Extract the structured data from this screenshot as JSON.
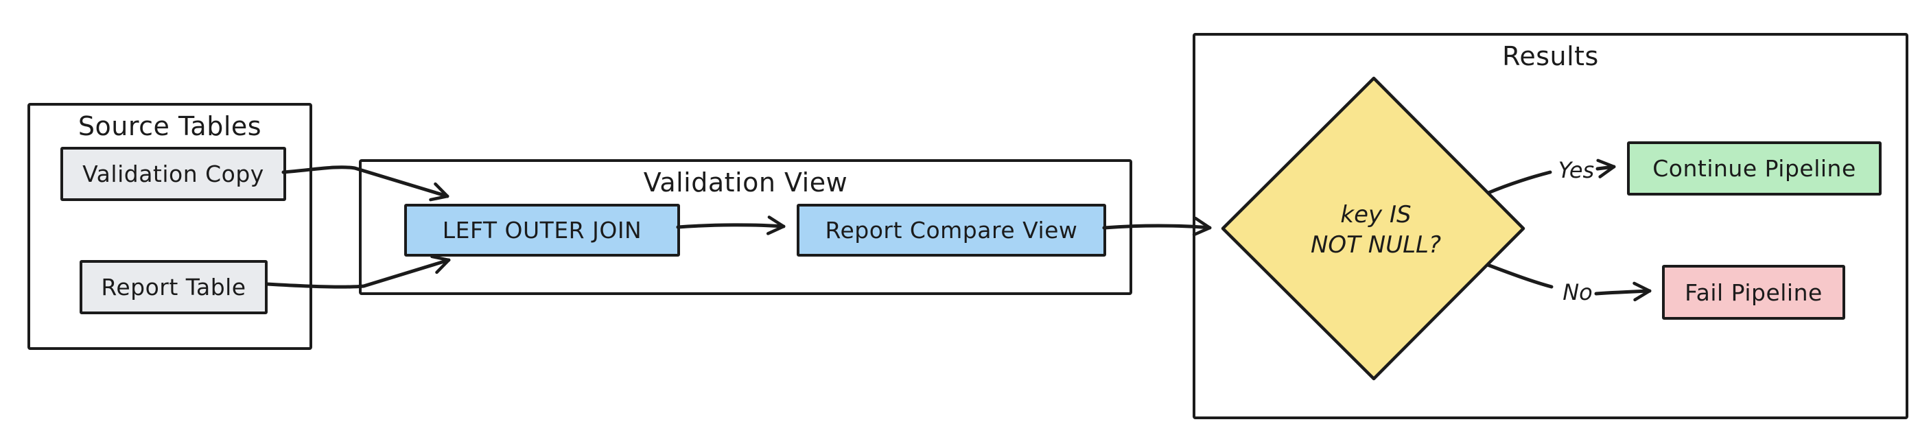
{
  "diagram": {
    "colors": {
      "stroke": "#1b1b1b",
      "canvas_background": "#ffffff",
      "gray": "#e9ebee",
      "blue": "#a8d4f5",
      "green": "#b9ecc1",
      "red": "#f7c8ca",
      "yellow": "#f9e58f"
    },
    "groups": {
      "source_tables": {
        "title": "Source Tables"
      },
      "validation_view": {
        "title": "Validation View"
      },
      "results": {
        "title": "Results"
      }
    },
    "nodes": {
      "validation_copy": {
        "label": "Validation Copy",
        "fill": "#e9ebee"
      },
      "report_table": {
        "label": "Report Table",
        "fill": "#e9ebee"
      },
      "left_outer_join": {
        "label": "LEFT OUTER JOIN",
        "fill": "#a8d4f5"
      },
      "report_compare_view": {
        "label": "Report Compare View",
        "fill": "#a8d4f5"
      },
      "decision": {
        "line1": "key IS",
        "line2": "NOT NULL?",
        "fill": "#f9e58f",
        "shape": "diamond"
      },
      "continue_pipeline": {
        "label": "Continue Pipeline",
        "fill": "#b9ecc1"
      },
      "fail_pipeline": {
        "label": "Fail Pipeline",
        "fill": "#f7c8ca"
      }
    },
    "edge_labels": {
      "yes": "Yes",
      "no": "No"
    }
  }
}
